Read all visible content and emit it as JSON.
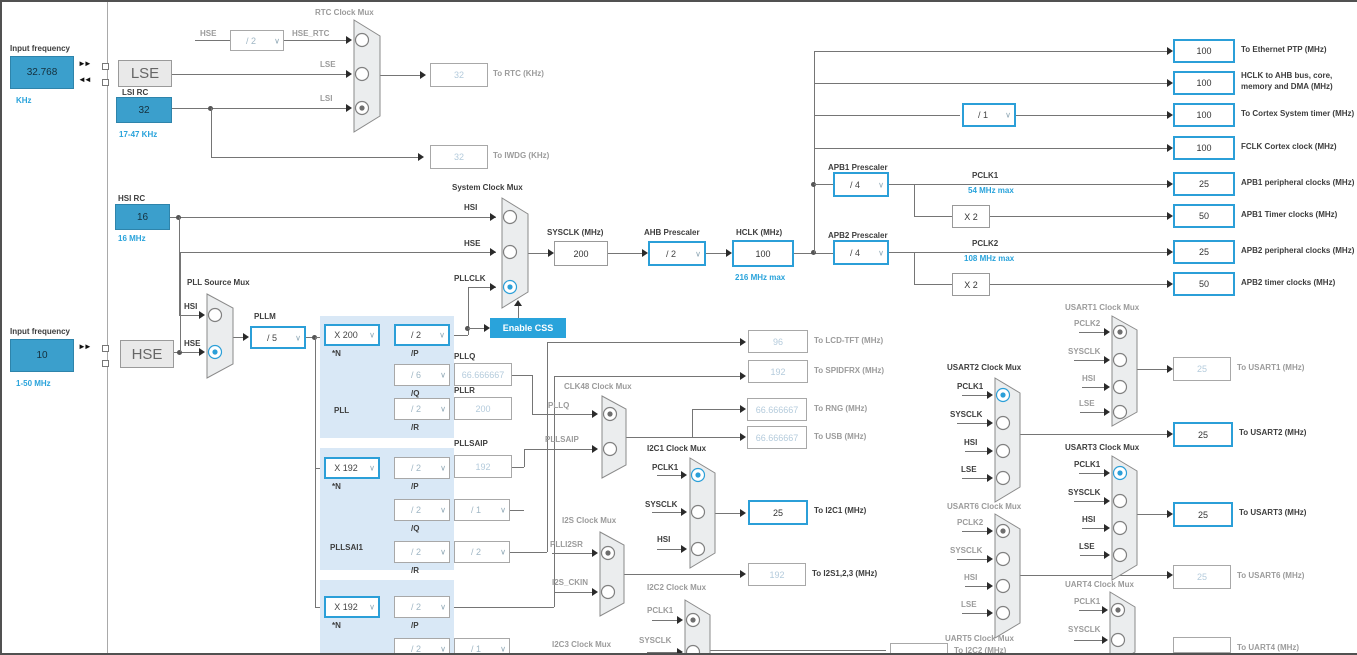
{
  "left": {
    "input_frequency_label": "Input frequency",
    "lse_freq": "32.768",
    "lse_unit": "KHz",
    "lse": "LSE",
    "lsi_rc_label": "LSI RC",
    "lsi_freq": "32",
    "lsi_range": "17-47 KHz",
    "hsi_rc_label": "HSI RC",
    "hsi_freq": "16",
    "hsi_mhz": "16 MHz",
    "input_frequency_label2": "Input frequency",
    "hse_freq": "10",
    "hse_range": "1-50 MHz",
    "hse": "HSE"
  },
  "rtc": {
    "title": "RTC Clock Mux",
    "hse": "HSE",
    "divider": "/ 2",
    "hse_rtc": "HSE_RTC",
    "lse": "LSE",
    "lsi": "LSI",
    "to_rtc_value": "32",
    "to_rtc": "To RTC (KHz)",
    "to_iwdg_value": "32",
    "to_iwdg": "To IWDG (KHz)"
  },
  "sys": {
    "title": "System Clock Mux",
    "hsi": "HSI",
    "hse": "HSE",
    "pllclk": "PLLCLK",
    "enable_css": "Enable CSS",
    "sysclk_label": "SYSCLK (MHz)",
    "sysclk": "200",
    "ahb_label": "AHB Prescaler",
    "ahb": "/ 2",
    "hclk_label": "HCLK (MHz)",
    "hclk": "100",
    "hclk_max": "216 MHz max"
  },
  "trunk": {
    "cortex_divider": "/ 1",
    "apb1_label": "APB1 Prescaler",
    "apb1": "/ 4",
    "pclk1": "PCLK1",
    "pclk1_max": "54 MHz max",
    "x2_1": "X 2",
    "apb2_label": "APB2 Prescaler",
    "apb2": "/ 4",
    "pclk2": "PCLK2",
    "pclk2_max": "108 MHz max",
    "x2_2": "X 2",
    "eth_value": "100",
    "eth": "To Ethernet PTP (MHz)",
    "ahbbus_value": "100",
    "ahbbus1": "HCLK to AHB bus, core,",
    "ahbbus2": "memory and DMA (MHz)",
    "cortex_value": "100",
    "cortex": "To Cortex System timer (MHz)",
    "fclk_value": "100",
    "fclk": "FCLK Cortex clock (MHz)",
    "apb1p_value": "25",
    "apb1p": "APB1 peripheral clocks (MHz)",
    "apb1t_value": "50",
    "apb1t": "APB1 Timer clocks (MHz)",
    "apb2p_value": "25",
    "apb2p": "APB2 peripheral clocks (MHz)",
    "apb2t_value": "50",
    "apb2t": "APB2 timer clocks (MHz)"
  },
  "pllsrc": {
    "title": "PLL Source Mux",
    "hsi": "HSI",
    "hse": "HSE",
    "pllm_label": "PLLM",
    "pllm": "/ 5"
  },
  "pll": {
    "title": "PLL",
    "n": "X 200",
    "n_lab": "*N",
    "p": "/ 2",
    "p_lab": "/P",
    "q": "/ 6",
    "q_lab": "/Q",
    "pllq_label": "PLLQ",
    "pllq": "66.666667",
    "r": "/ 2",
    "r_lab": "/R",
    "pllr_label": "PLLR",
    "pllr": "200"
  },
  "pllsai1": {
    "title": "PLLSAI1",
    "n": "X 192",
    "n_lab": "*N",
    "p": "/ 2",
    "p_lab": "/P",
    "pllsaip_label": "PLLSAIP",
    "pllsaip": "192",
    "q": "/ 2",
    "q_lab": "/Q",
    "q_div": "/ 1",
    "r": "/ 2",
    "r_lab": "/R",
    "r_div": "/ 2"
  },
  "plli2s": {
    "n": "X 192",
    "n_lab": "*N",
    "p": "/ 2",
    "p_lab": "/P",
    "q": "/ 2",
    "q_div": "/ 1"
  },
  "mid": {
    "lcd_value": "96",
    "lcd": "To LCD-TFT (MHz)",
    "spdif_value": "192",
    "spdif": "To SPIDFRX (MHz)",
    "rng_value": "66.666667",
    "rng": "To RNG (MHz)",
    "usb_value": "66.666667",
    "usb": "To USB (MHz)"
  },
  "clk48": {
    "title": "CLK48 Clock Mux",
    "pllq": "PLLQ",
    "pllsaip": "PLLSAIP"
  },
  "i2c1": {
    "title": "I2C1 Clock Mux",
    "pclk1": "PCLK1",
    "sysclk": "SYSCLK",
    "hsi": "HSI",
    "value": "25",
    "out": "To I2C1 (MHz)"
  },
  "i2s": {
    "title": "I2S Clock Mux",
    "plli2sr": "PLLI2SR",
    "i2s_ckin": "I2S_CKIN",
    "value": "192",
    "out": "To I2S1,2,3 (MHz)"
  },
  "i2c2": {
    "title": "I2C2 Clock Mux",
    "pclk1": "PCLK1",
    "sysclk": "SYSCLK",
    "out": "To I2C2 (MHz)"
  },
  "i2c3": {
    "title": "I2C3 Clock Mux"
  },
  "usart1": {
    "title": "USART1 Clock Mux",
    "pclk2": "PCLK2",
    "sysclk": "SYSCLK",
    "hsi": "HSI",
    "lse": "LSE",
    "value": "25",
    "out": "To USART1 (MHz)"
  },
  "usart2": {
    "title": "USART2 Clock Mux",
    "pclk1": "PCLK1",
    "sysclk": "SYSCLK",
    "hsi": "HSI",
    "lse": "LSE",
    "value": "25",
    "out": "To USART2 (MHz)"
  },
  "usart3": {
    "title": "USART3 Clock Mux",
    "pclk1": "PCLK1",
    "sysclk": "SYSCLK",
    "hsi": "HSI",
    "lse": "LSE",
    "value": "25",
    "out": "To USART3 (MHz)"
  },
  "usart6": {
    "title": "USART6 Clock Mux",
    "pclk2": "PCLK2",
    "sysclk": "SYSCLK",
    "hsi": "HSI",
    "lse": "LSE",
    "value": "25",
    "out": "To USART6 (MHz)"
  },
  "uart4": {
    "title": "UART4 Clock Mux",
    "pclk1": "PCLK1",
    "sysclk": "SYSCLK",
    "out": "To UART4 (MHz)"
  },
  "uart5": {
    "title": "UART5 Clock Mux"
  },
  "colors": {
    "accent": "#2b9fd8",
    "input_fill": "#3b9fcc",
    "block_fill": "#d9e8f6",
    "inactive_value": "#b4cbdc"
  }
}
